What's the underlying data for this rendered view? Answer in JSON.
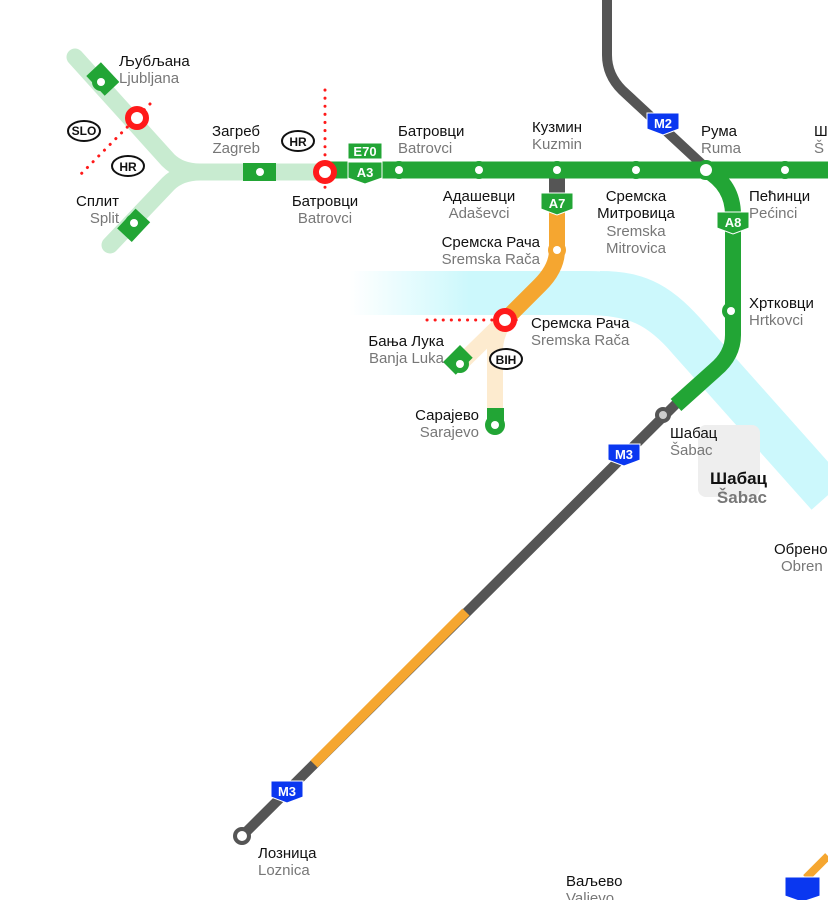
{
  "colors": {
    "motorway": "#22a535",
    "motorway_foreign": "#c8ebd0",
    "expressway": "#f5a630",
    "expressway_foreign": "#fdebcf",
    "state_road": "#555555",
    "shield_blue": "#0a37f0",
    "border": "#ff1a1a",
    "river": "#ccf8fc"
  },
  "cities": [
    {
      "cy": "Љубљана",
      "la": "Ljubljana"
    },
    {
      "cy": "Сплит",
      "la": "Split"
    },
    {
      "cy": "Загреб",
      "la": "Zagreb"
    },
    {
      "cy": "Батровци",
      "la": "Batrovci"
    },
    {
      "cy": "Батровци",
      "la": "Batrovci"
    },
    {
      "cy": "Адашевци",
      "la": "Adaševci"
    },
    {
      "cy": "Кузмин",
      "la": "Kuzmin"
    },
    {
      "cy": "Сремска",
      "cy2": "Митровица",
      "la": "Sremska",
      "la2": "Mitrovica"
    },
    {
      "cy": "Рума",
      "la": "Ruma"
    },
    {
      "cy": "Пећинци",
      "la": "Pećinci"
    },
    {
      "cy": "Ш",
      "la": "Š"
    },
    {
      "cy": "Сремска Рача",
      "la": "Sremska Rača"
    },
    {
      "cy": "Сремска Рача",
      "la": "Sremska Rača"
    },
    {
      "cy": "Бања Лука",
      "la": "Banja Luka"
    },
    {
      "cy": "Сарајево",
      "la": "Sarajevo"
    },
    {
      "cy": "Хртковци",
      "la": "Hrtkovci"
    },
    {
      "cy": "Шабац",
      "la": "Šabac"
    },
    {
      "cy": "Шабац",
      "la": "Šabac"
    },
    {
      "cy": "Обренов",
      "la": "Obren"
    },
    {
      "cy": "Лозница",
      "la": "Loznica"
    },
    {
      "cy": "Ваљево",
      "la": "Valjevo"
    }
  ],
  "shields": {
    "e70": "E70",
    "a3": "A3",
    "a7": "A7",
    "a8": "A8",
    "m2": "M2",
    "m3": "M3"
  },
  "countries": {
    "slo": "SLO",
    "hr": "HR",
    "bih": "BIH"
  }
}
